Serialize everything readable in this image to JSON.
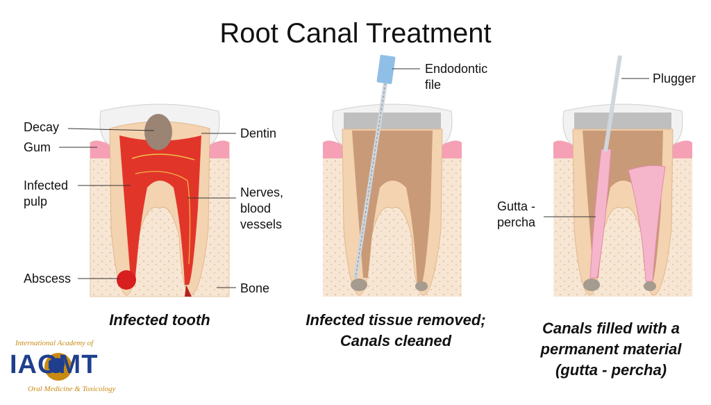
{
  "title": "Root Canal Treatment",
  "panels": [
    {
      "caption": "Infected tooth",
      "labels": {
        "decay": "Decay",
        "gum": "Gum",
        "infected_pulp": "Infected\npulp",
        "abscess": "Abscess",
        "dentin": "Dentin",
        "nerves": "Nerves,\nblood\nvessels",
        "bone": "Bone"
      }
    },
    {
      "caption": "Infected tissue removed;\nCanals cleaned",
      "labels": {
        "file": "Endodontic\nfile"
      }
    },
    {
      "caption": "Canals filled with a\npermanent material\n(gutta - percha)",
      "labels": {
        "plugger": "Plugger",
        "gutta": "Gutta -\npercha"
      }
    }
  ],
  "logo": {
    "top": "International Academy of",
    "main": "IAOMT",
    "bottom": "Oral Medicine & Toxicology"
  },
  "colors": {
    "enamel": "#f2f2f2",
    "crown_grey": "#bfbfbf",
    "dentin": "#f3d3b0",
    "pulp_clean": "#c99a78",
    "pulp_infected": "#e0241c",
    "gum": "#f5a0b5",
    "bone": "#f7e6d3",
    "gutta_percha": "#f5b6cc",
    "instrument": "#cfd6dc",
    "handle": "#8fbfe6",
    "logo_blue": "#1f3f8e",
    "logo_gold": "#c88a12"
  }
}
